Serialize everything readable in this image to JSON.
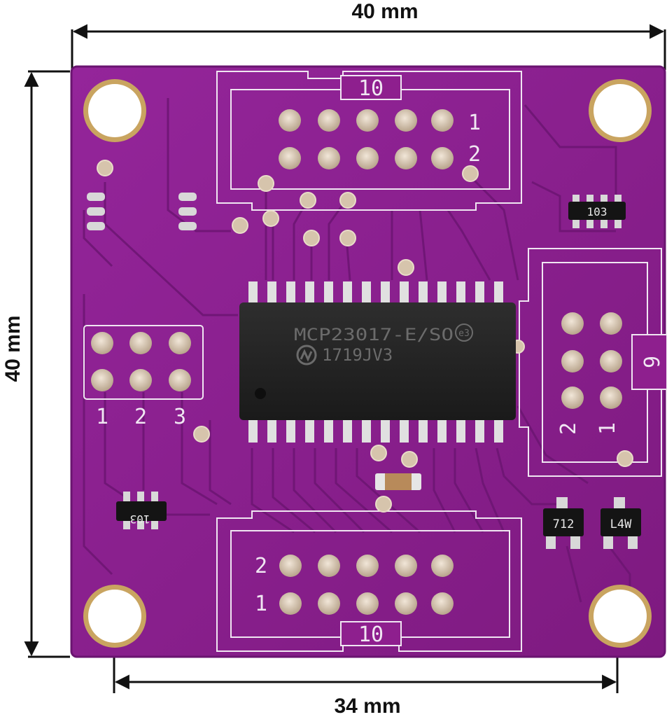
{
  "dimensions": {
    "top_width": "40 mm",
    "left_height": "40 mm",
    "hole_spacing": "34 mm"
  },
  "board": {
    "color": "#8e1f8e",
    "silkscreen_color": "#f0e6f2",
    "pad_color": "#d9c7b0"
  },
  "chip": {
    "part_number": "MCP23017-E/SO",
    "code_marking": "1719JV3",
    "logo_icon": "microchip-logo"
  },
  "connectors": {
    "top_header_label": "10",
    "top_pin1": "1",
    "top_pin2": "2",
    "bottom_header_label": "10",
    "bottom_pin2": "2",
    "bottom_pin1": "1",
    "right_header_label": "6",
    "right_pin2": "2",
    "right_pin1": "1"
  },
  "jumpers": {
    "labels": [
      "1",
      "2",
      "3"
    ]
  },
  "components": {
    "resistor_array_top": "103",
    "resistor_array_bottom": "103",
    "transistor_1": "712",
    "transistor_2": "L4W"
  }
}
